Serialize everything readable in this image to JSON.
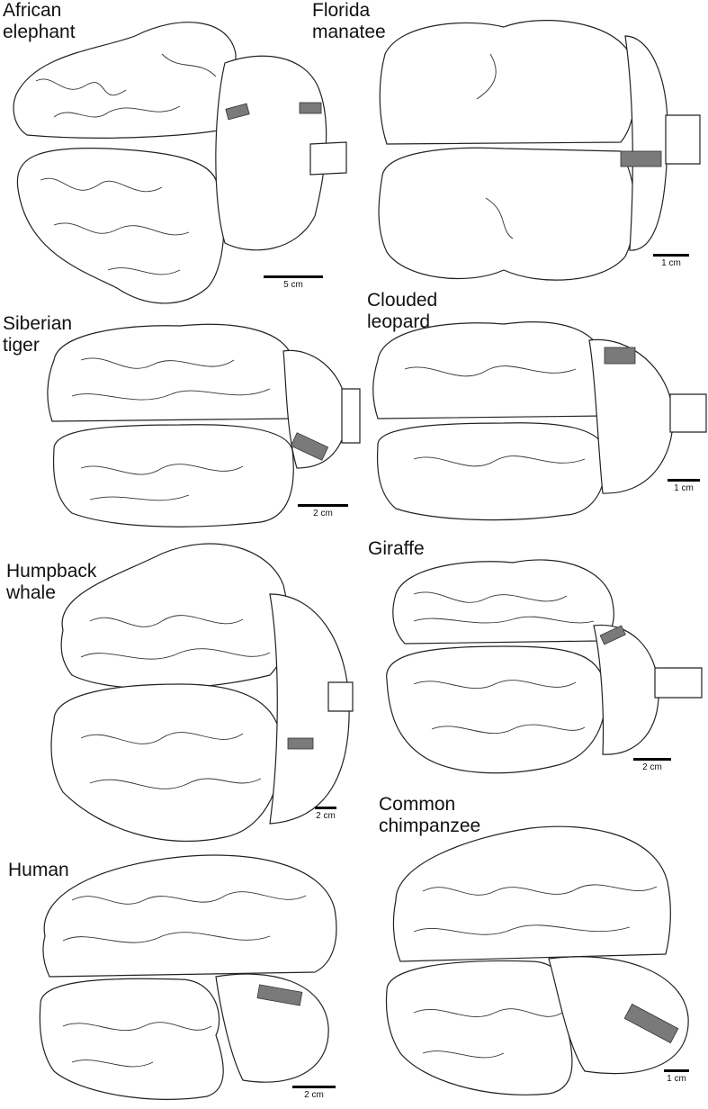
{
  "accent": {
    "roi_color": "#7a7a7a",
    "line_color": "#222222"
  },
  "panels": [
    {
      "label": "African\nelephant",
      "scale": "5 cm"
    },
    {
      "label": "Florida\nmanatee",
      "scale": "1 cm"
    },
    {
      "label": "Siberian\ntiger",
      "scale": "2 cm"
    },
    {
      "label": "Clouded\nleopard",
      "scale": "1 cm"
    },
    {
      "label": "Humpback\nwhale",
      "scale": "2 cm"
    },
    {
      "label": "Giraffe",
      "scale": "2 cm"
    },
    {
      "label": "Human",
      "scale": "2 cm"
    },
    {
      "label": "Common\nchimpanzee",
      "scale": "1 cm"
    }
  ]
}
